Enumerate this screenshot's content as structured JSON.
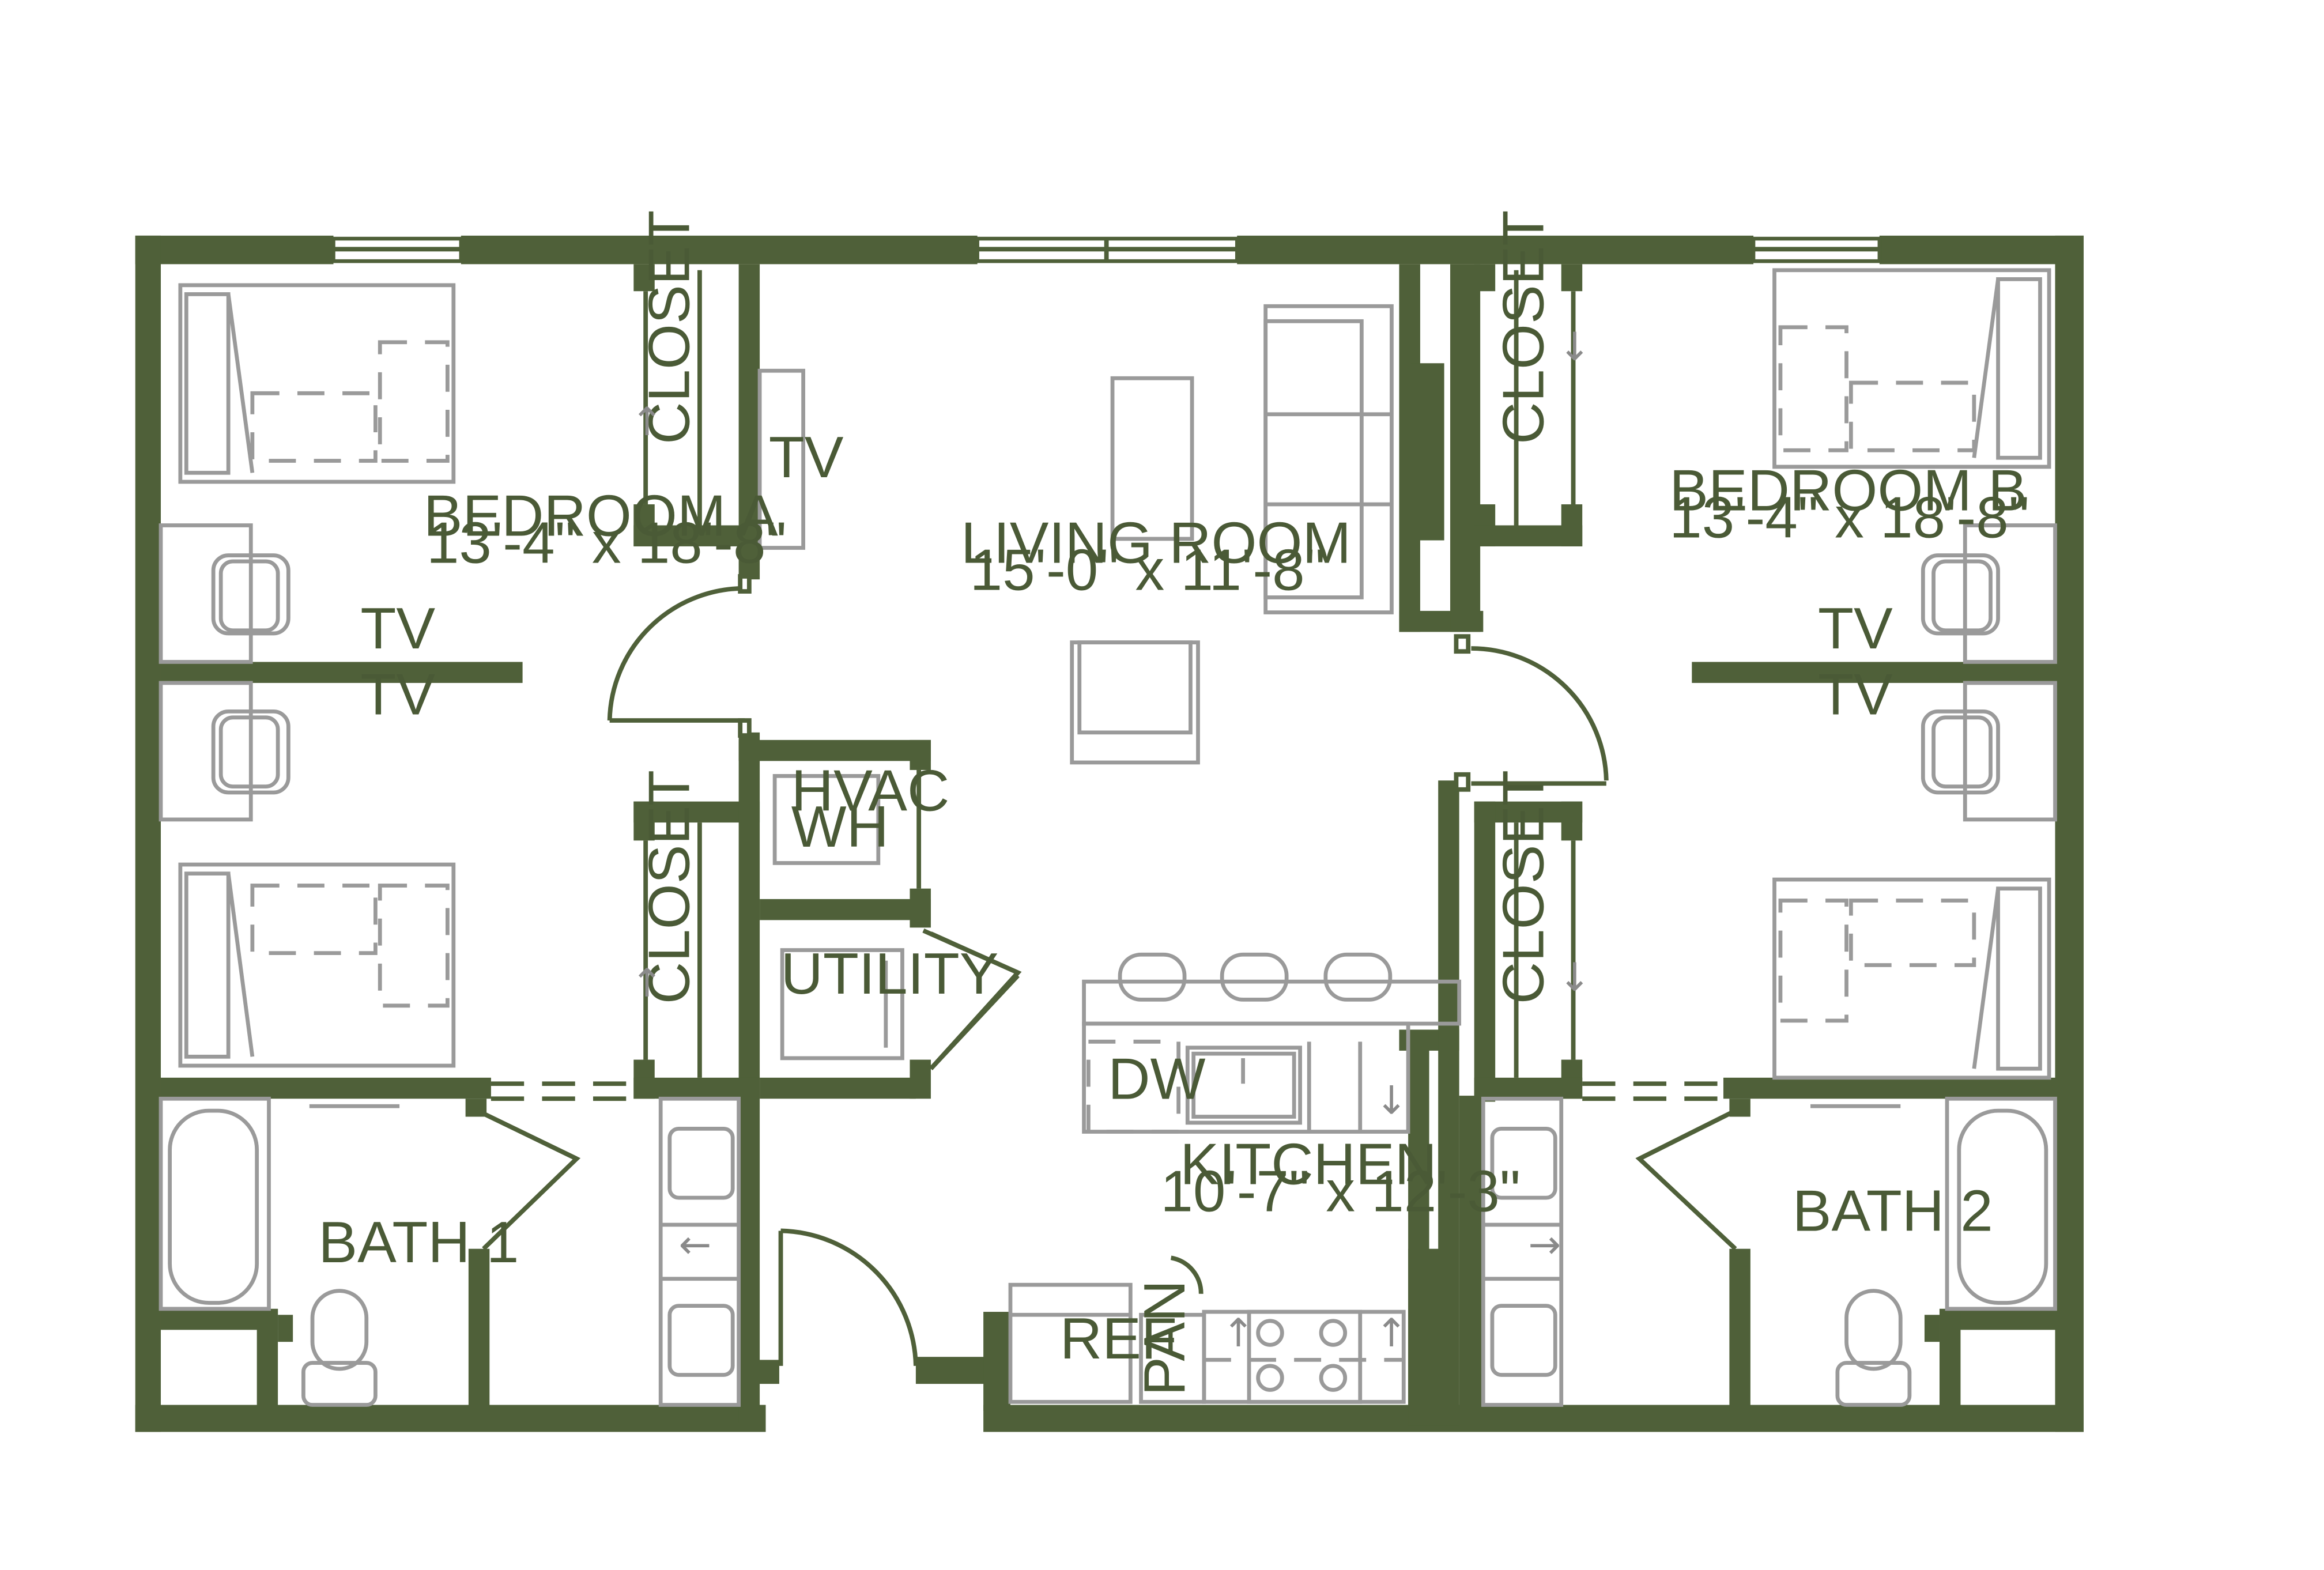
{
  "rooms": {
    "bedroom_a": {
      "name": "BEDROOM A",
      "size": "13'-4\" x 18'-8\""
    },
    "bedroom_b": {
      "name": "BEDROOM B",
      "size": "13'-4\" x 18'-8\""
    },
    "living_room": {
      "name": "LIVING ROOM",
      "size": "15'-0\" x 11'-8\""
    },
    "kitchen": {
      "name": "KITCHEN",
      "size": "10'-7\" x 12'-3\""
    },
    "bath_1": {
      "name": "BATH 1"
    },
    "bath_2": {
      "name": "BATH 2"
    }
  },
  "labels": {
    "closet": "CLOSET",
    "tv": "TV",
    "hvac": "HVAC",
    "wh": "WH",
    "utility": "UTILITY",
    "dw": "DW",
    "ref": "REF",
    "pan": "PAN"
  },
  "arrows": {
    "left": "←",
    "right": "→",
    "up": "↑",
    "down": "↓"
  },
  "colors": {
    "wall": "#4f6039",
    "text": "#4a5a36",
    "furniture": "#9a9a9a",
    "background": "#ffffff"
  }
}
